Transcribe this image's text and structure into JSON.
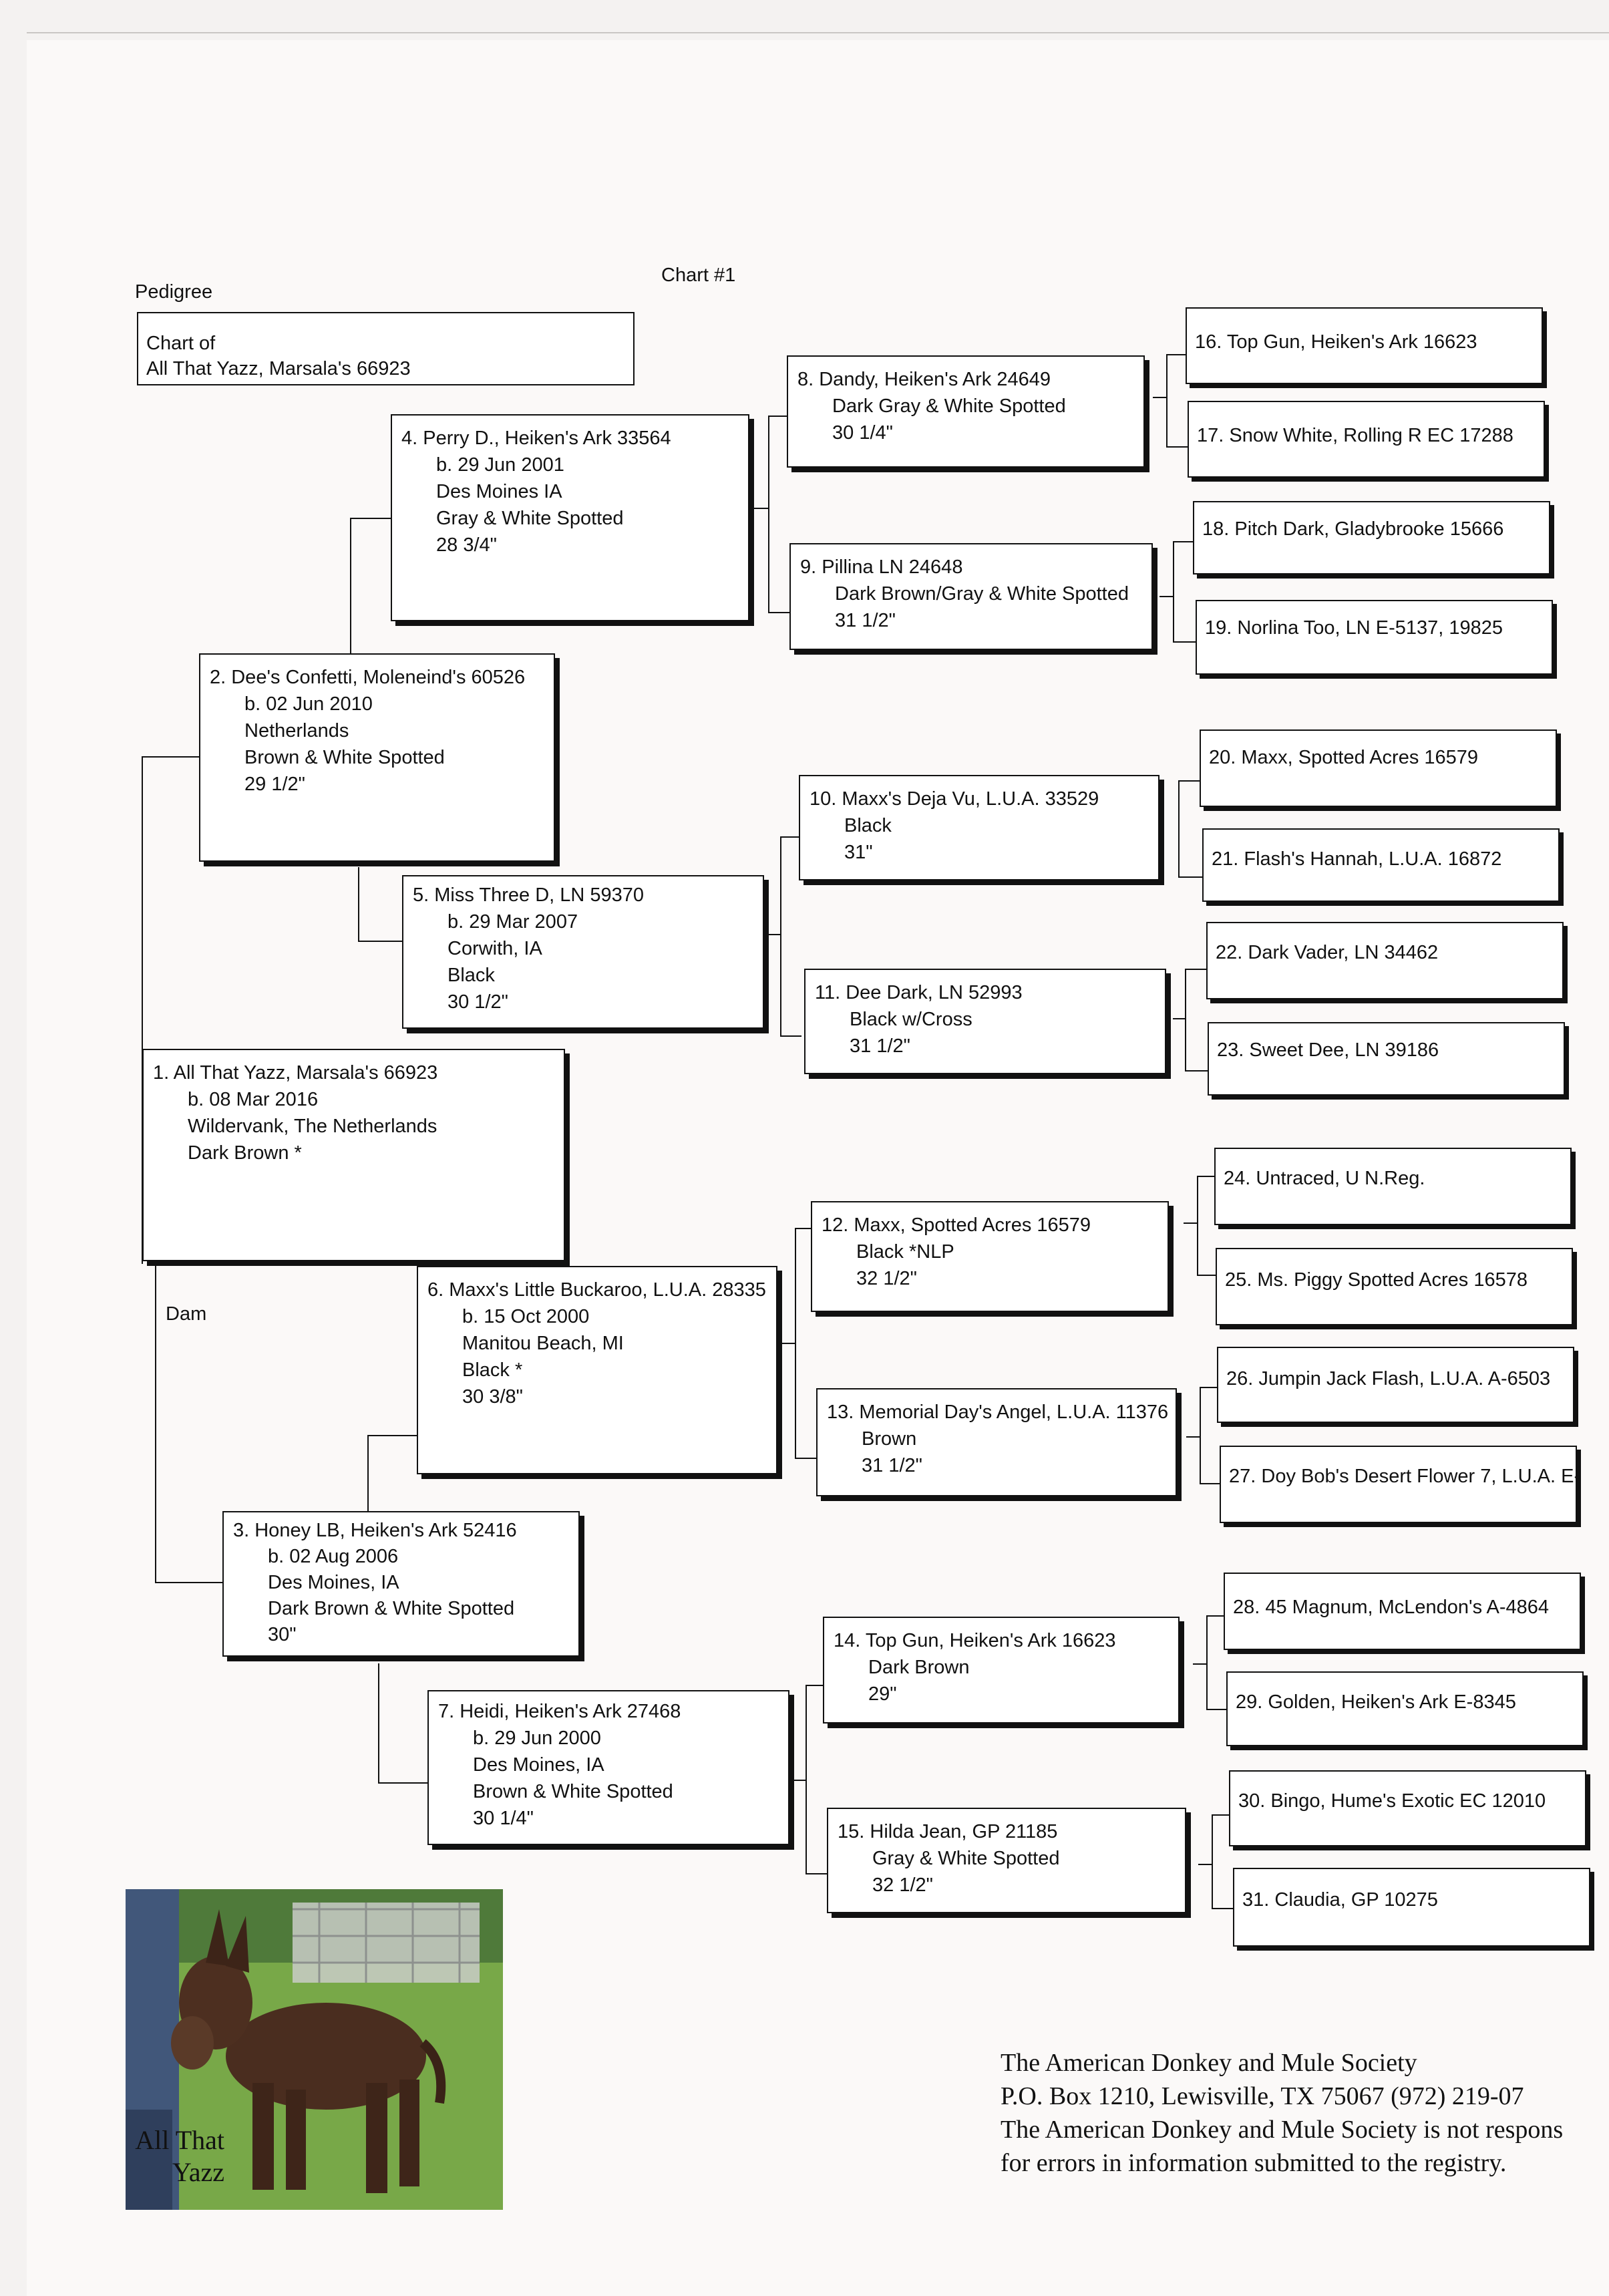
{
  "header": {
    "pedigree_label": "Pedigree",
    "chart_label": "Chart #1"
  },
  "chart_of": {
    "line1": "Chart of",
    "line2": "All That Yazz, Marsala's 66923"
  },
  "dam_label": "Dam",
  "horses": {
    "h1": [
      "1. All That Yazz, Marsala's 66923",
      "b. 08 Mar 2016",
      "Wildervank, The Netherlands",
      "Dark Brown *"
    ],
    "h2": [
      "2. Dee's Confetti, Moleneind's 60526",
      "b. 02 Jun 2010",
      "Netherlands",
      "Brown & White Spotted",
      "29 1/2\""
    ],
    "h3": [
      "3. Honey LB, Heiken's Ark 52416",
      "b. 02 Aug 2006",
      "Des Moines, IA",
      "Dark Brown & White Spotted",
      "30\""
    ],
    "h4": [
      "4. Perry D., Heiken's Ark 33564",
      "b. 29 Jun 2001",
      "Des Moines IA",
      "Gray & White Spotted",
      "28 3/4\""
    ],
    "h5": [
      "5. Miss Three D, LN 59370",
      "b. 29 Mar 2007",
      "Corwith, IA",
      "Black",
      "30 1/2\""
    ],
    "h6": [
      "6. Maxx's Little Buckaroo, L.U.A. 28335",
      "b. 15 Oct 2000",
      "Manitou Beach, MI",
      "Black *",
      "30 3/8\""
    ],
    "h7": [
      "7. Heidi, Heiken's Ark 27468",
      "b. 29 Jun 2000",
      "Des Moines, IA",
      "Brown & White Spotted",
      "30 1/4\""
    ],
    "h8": [
      "8. Dandy, Heiken's Ark 24649",
      "Dark Gray  & White Spotted",
      "30 1/4\""
    ],
    "h9": [
      "9. Pillina LN 24648",
      "Dark Brown/Gray & White Spotted",
      "31 1/2\""
    ],
    "h10": [
      "10. Maxx's Deja Vu, L.U.A. 33529",
      "Black",
      "31\""
    ],
    "h11": [
      "11. Dee Dark, LN 52993",
      "Black w/Cross",
      "31 1/2\""
    ],
    "h12": [
      "12. Maxx, Spotted Acres 16579",
      "Black *NLP",
      "32 1/2\""
    ],
    "h13": [
      "13. Memorial Day's Angel, L.U.A. 11376",
      "Brown",
      "31 1/2\""
    ],
    "h14": [
      "14. Top Gun, Heiken's Ark 16623",
      "Dark Brown",
      "29\""
    ],
    "h15": [
      "15. Hilda Jean, GP 21185",
      "Gray & White Spotted",
      "32 1/2\""
    ],
    "h16": [
      "16. Top Gun, Heiken's Ark 16623"
    ],
    "h17": [
      "17. Snow White, Rolling R EC 17288"
    ],
    "h18": [
      "18. Pitch Dark, Gladybrooke 15666"
    ],
    "h19": [
      "19. Norlina Too, LN E-5137, 19825"
    ],
    "h20": [
      "20. Maxx, Spotted Acres 16579"
    ],
    "h21": [
      "21. Flash's Hannah, L.U.A. 16872"
    ],
    "h22": [
      "22. Dark Vader, LN 34462"
    ],
    "h23": [
      "23. Sweet Dee, LN 39186"
    ],
    "h24": [
      "24. Untraced, U N.Reg."
    ],
    "h25": [
      "25. Ms. Piggy Spotted Acres 16578"
    ],
    "h26": [
      "26. Jumpin Jack Flash, L.U.A. A-6503"
    ],
    "h27": [
      "27. Doy Bob's Desert Flower 7, L.U.A. E-"
    ],
    "h28": [
      "28. 45 Magnum, McLendon's A-4864"
    ],
    "h29": [
      "29. Golden, Heiken's Ark E-8345"
    ],
    "h30": [
      "30. Bingo, Hume's Exotic EC 12010"
    ],
    "h31": [
      "31. Claudia, GP 10275"
    ]
  },
  "photo": {
    "caption_line1": "All That",
    "caption_line2": "Yazz"
  },
  "footer": {
    "line1": "The American Donkey and Mule Society",
    "line2": "P.O. Box 1210, Lewisville, TX 75067     (972) 219-07",
    "line3": "The American Donkey and Mule Society is not respons",
    "line4": "for errors in information submitted to the registry."
  }
}
